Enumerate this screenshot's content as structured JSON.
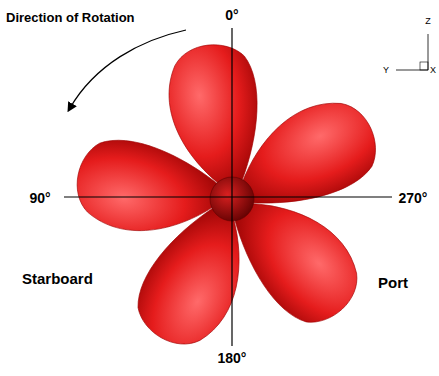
{
  "diagram": {
    "labels": [
      "Direction of Rotation",
      "0°",
      "90°",
      "270°",
      "Starboard",
      "Port",
      "180°",
      "Z",
      "Y",
      "X"
    ]
  }
}
